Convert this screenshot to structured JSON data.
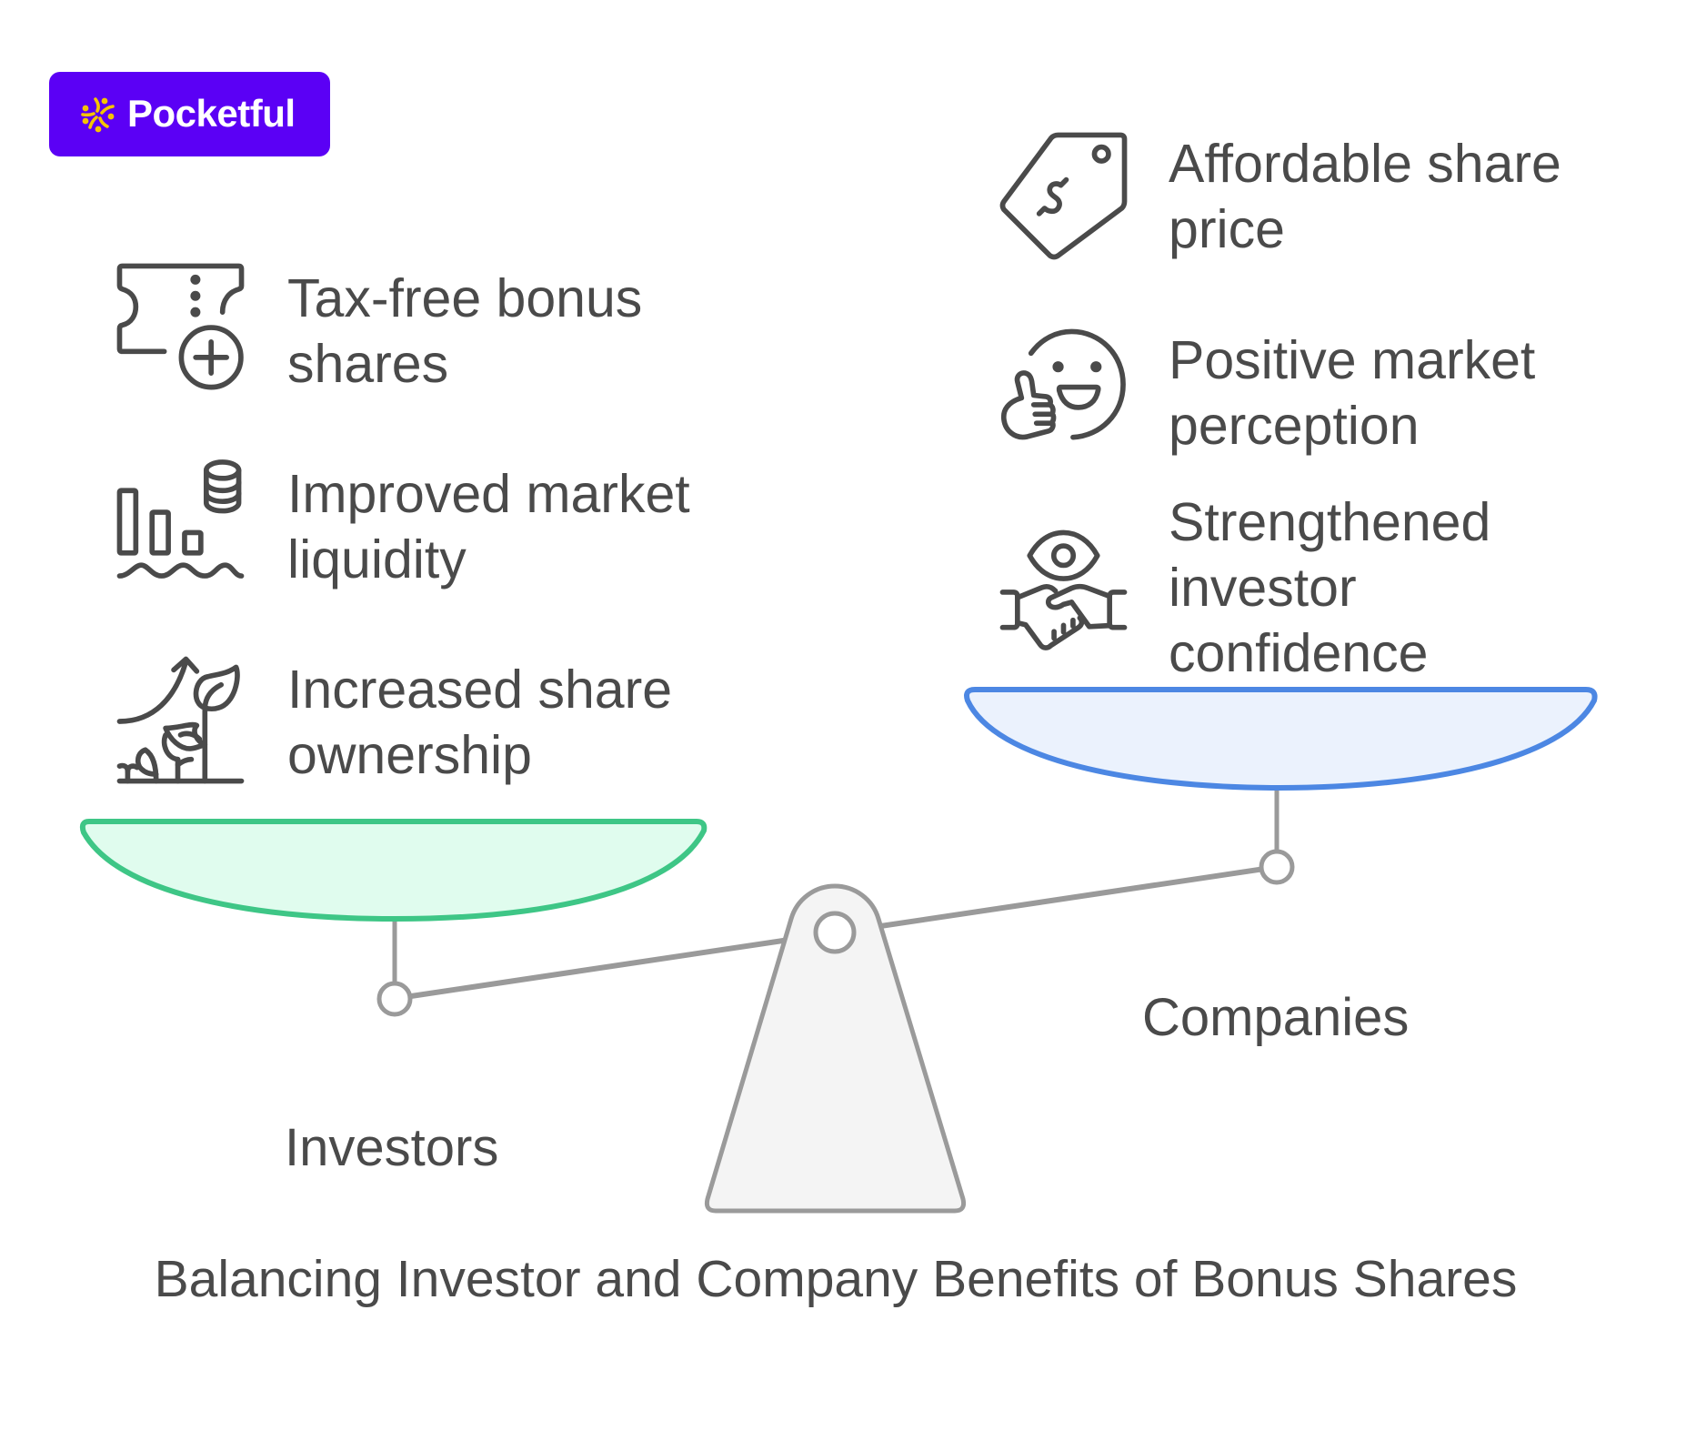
{
  "brand": {
    "name": "Pocketful",
    "bg_color": "#5B00F5",
    "mark_color": "#F5C400",
    "text_color": "#FFFFFF"
  },
  "investors": {
    "label": "Investors",
    "pan_stroke": "#3EC686",
    "pan_fill": "#E0FCEE",
    "benefits": [
      {
        "icon": "ticket-plus-icon",
        "text": "Tax-free bonus\nshares"
      },
      {
        "icon": "liquidity-chart-icon",
        "text": "Improved market\nliquidity"
      },
      {
        "icon": "plant-growth-icon",
        "text": "Increased share\nownership"
      }
    ]
  },
  "companies": {
    "label": "Companies",
    "pan_stroke": "#4C87E3",
    "pan_fill": "#EBF2FD",
    "benefits": [
      {
        "icon": "price-tag-icon",
        "text": "Affordable share\nprice"
      },
      {
        "icon": "smiley-thumbs-up-icon",
        "text": "Positive market\nperception"
      },
      {
        "icon": "eye-handshake-icon",
        "text": "Strengthened\ninvestor\nconfidence"
      }
    ]
  },
  "scale": {
    "beam_color": "#9A9A9A",
    "fulcrum_fill": "#F4F4F4"
  },
  "title": "Balancing Investor and Company Benefits of Bonus Shares"
}
